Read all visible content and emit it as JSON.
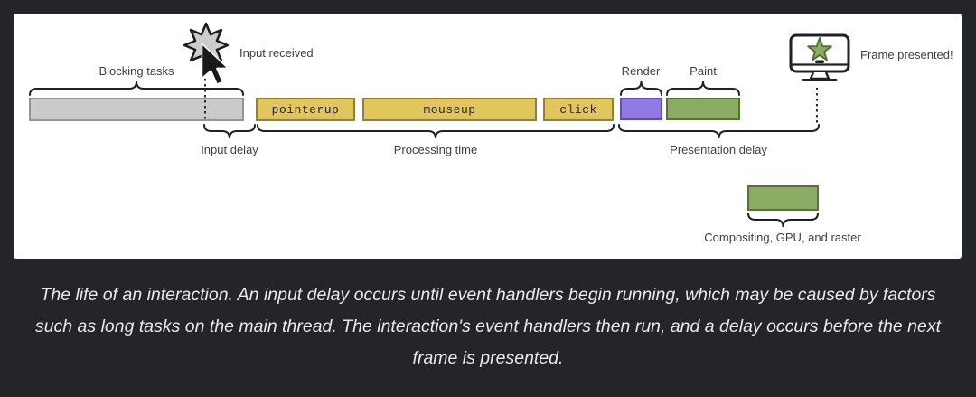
{
  "diagram": {
    "blocking_tasks_label": "Blocking tasks",
    "input_received_label": "Input received",
    "input_delay_label": "Input delay",
    "events": [
      "pointerup",
      "mouseup",
      "click"
    ],
    "processing_time_label": "Processing time",
    "render_label": "Render",
    "paint_label": "Paint",
    "presentation_delay_label": "Presentation delay",
    "frame_presented_label": "Frame presented!",
    "compositing_label": "Compositing, GPU, and raster",
    "colors": {
      "blocking_task_gray": "#c9cacb",
      "event_yellow": "#e3c55e",
      "render_purple": "#937ae2",
      "paint_green": "#8bad63",
      "background_dark": "#232528",
      "panel_white": "#ffffff"
    }
  },
  "caption": "The life of an interaction. An input delay occurs until event handlers begin running, which may be caused by factors such as long tasks on the main thread. The interaction's event handlers then run, and a delay occurs before the next frame is presented."
}
